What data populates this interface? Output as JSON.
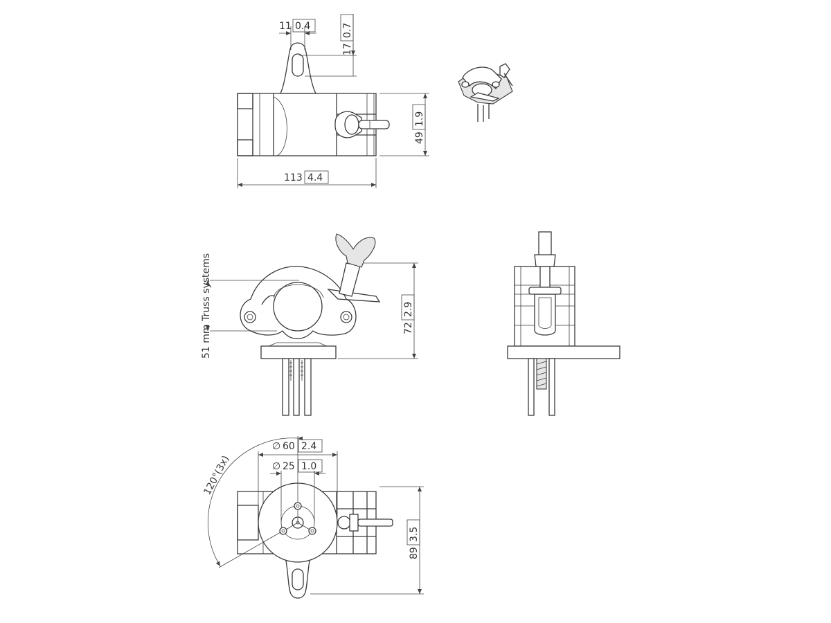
{
  "drawing": {
    "top_view": {
      "tab_width_mm": "11",
      "tab_width_in": "0.4",
      "tab_offset_mm": "17",
      "tab_offset_in": "0.7",
      "height_mm": "49",
      "height_in": "1.9",
      "length_mm": "113",
      "length_in": "4.4"
    },
    "front_view": {
      "truss_label": "51 mm Truss systems",
      "height_mm": "72",
      "height_in": "2.9"
    },
    "bottom_view": {
      "angle_label": "120°(3x)",
      "outer_dia_mm": "60",
      "outer_dia_in": "2.4",
      "inner_dia_mm": "25",
      "inner_dia_in": "1.0",
      "height_mm": "89",
      "height_in": "3.5",
      "diameter_symbol": "∅"
    }
  }
}
